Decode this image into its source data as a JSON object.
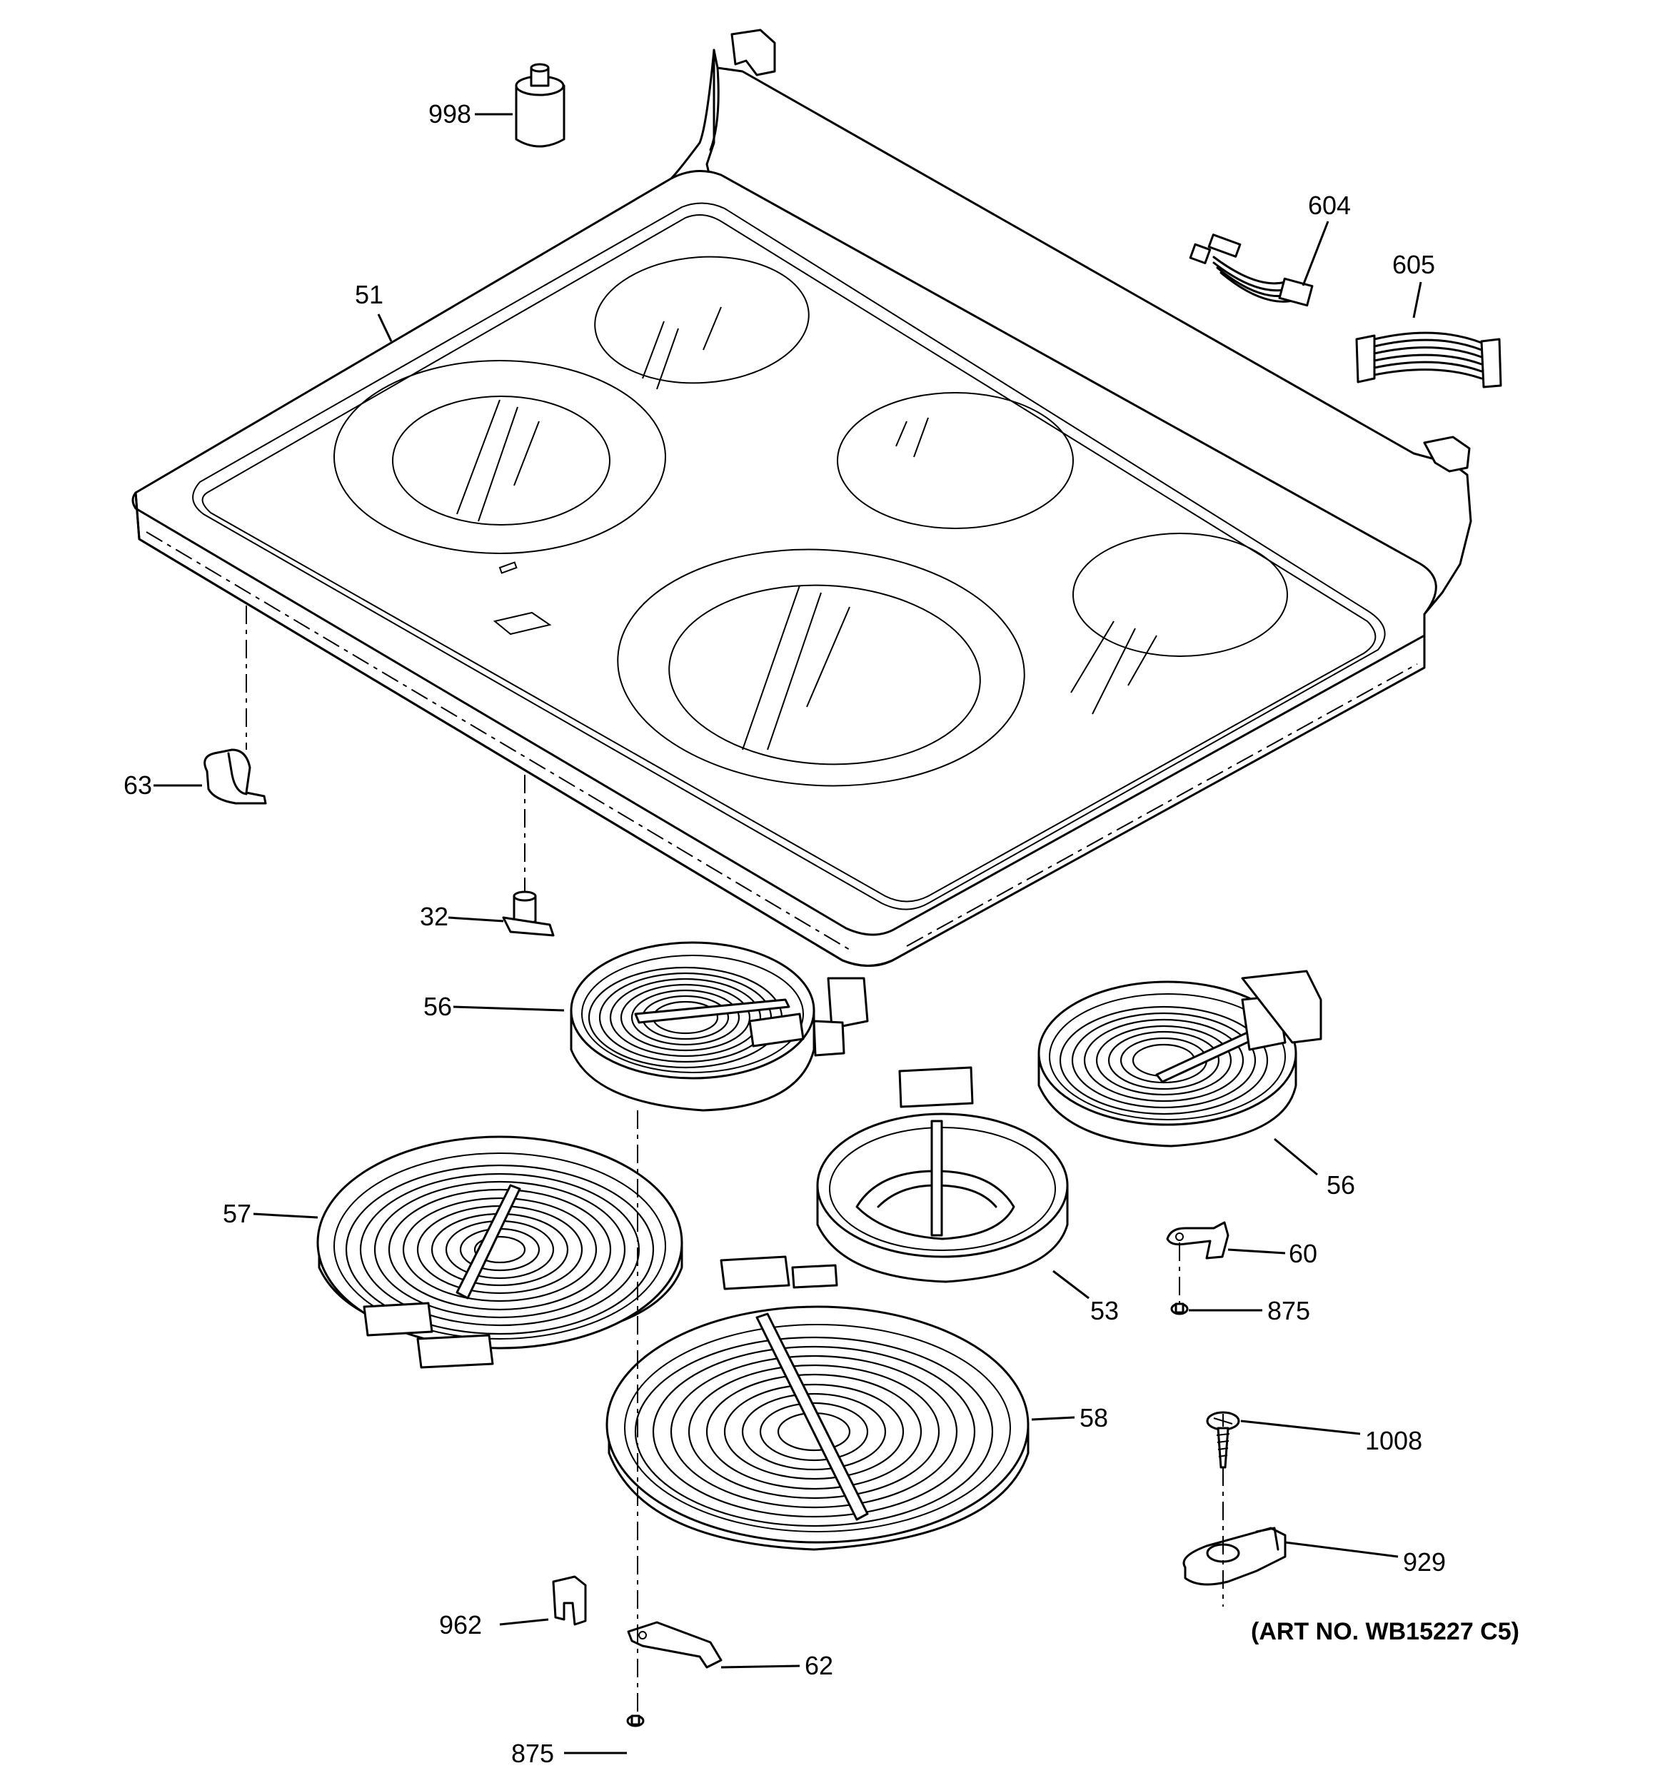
{
  "diagram": {
    "art_number": "(ART NO. WB15227 C5)",
    "callouts": {
      "c998": "998",
      "c604": "604",
      "c605": "605",
      "c51": "51",
      "c63": "63",
      "c32": "32",
      "c56a": "56",
      "c56b": "56",
      "c57": "57",
      "c53": "53",
      "c60": "60",
      "c875a": "875",
      "c58": "58",
      "c1008": "1008",
      "c929": "929",
      "c962": "962",
      "c62": "62",
      "c875b": "875"
    }
  }
}
